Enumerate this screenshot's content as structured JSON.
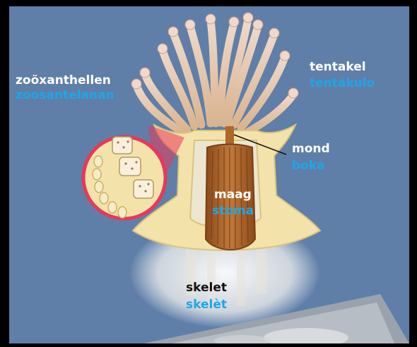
{
  "labels": {
    "zooxanthellen": {
      "dutch": "zoöxanthellen",
      "papiamentu": "zoosantelanan"
    },
    "tentacle": {
      "dutch": "tentakel",
      "papiamentu": "tentákulo"
    },
    "mouth": {
      "dutch": "mond",
      "papiamentu": "boka"
    },
    "stomach": {
      "dutch": "maag",
      "papiamentu": "stoma"
    },
    "skeleton": {
      "dutch": "skelet",
      "papiamentu": "skelèt"
    }
  },
  "colors": {
    "background": "#5f7fa8",
    "dutch_text": "#ffffff",
    "papiamentu_text": "#1ea6e6",
    "magnifier_ring": "#e8385a",
    "polyp_body": "#f3e3aa",
    "stomach": "#a8612a"
  }
}
